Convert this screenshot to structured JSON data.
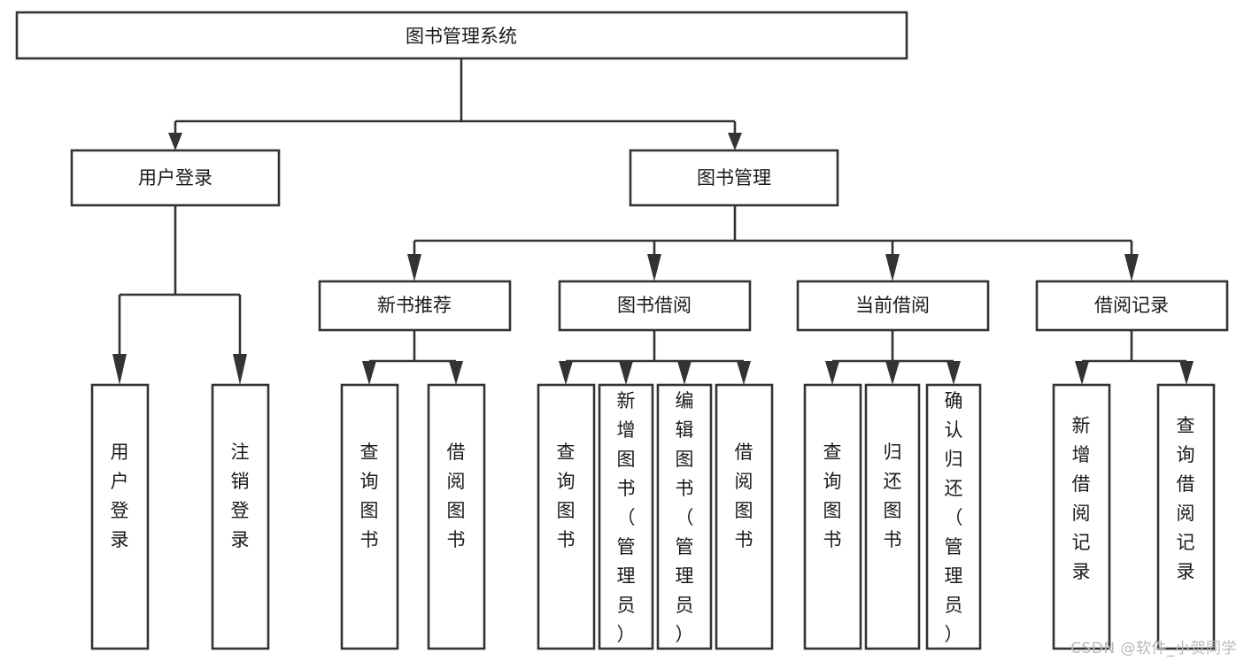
{
  "diagram": {
    "type": "tree-hierarchy",
    "title": "图书管理系统",
    "watermark": "CSDN @软件_小贺同学",
    "colors": {
      "stroke": "#333333",
      "fill": "#ffffff",
      "text": "#1a1a1a",
      "watermark": "#b9b9b9",
      "background": "#ffffff"
    },
    "levels": [
      {
        "level": 1,
        "nodes": [
          {
            "id": "root",
            "label": "图书管理系统",
            "orientation": "horizontal"
          }
        ]
      },
      {
        "level": 2,
        "nodes": [
          {
            "id": "login",
            "label": "用户登录",
            "orientation": "horizontal",
            "parent": "root"
          },
          {
            "id": "bookmgmt",
            "label": "图书管理",
            "orientation": "horizontal",
            "parent": "root"
          }
        ]
      },
      {
        "level": 3,
        "nodes": [
          {
            "id": "newbook",
            "label": "新书推荐",
            "orientation": "horizontal",
            "parent": "bookmgmt"
          },
          {
            "id": "borrow",
            "label": "图书借阅",
            "orientation": "horizontal",
            "parent": "bookmgmt"
          },
          {
            "id": "current",
            "label": "当前借阅",
            "orientation": "horizontal",
            "parent": "bookmgmt"
          },
          {
            "id": "records",
            "label": "借阅记录",
            "orientation": "horizontal",
            "parent": "bookmgmt"
          }
        ]
      },
      {
        "level": 4,
        "nodes": [
          {
            "id": "leaf-user-login",
            "label": "用户登录",
            "orientation": "vertical",
            "parent": "login"
          },
          {
            "id": "leaf-user-logout",
            "label": "注销登录",
            "orientation": "vertical",
            "parent": "login"
          },
          {
            "id": "leaf-new-query",
            "label": "查询图书",
            "orientation": "vertical",
            "parent": "newbook"
          },
          {
            "id": "leaf-new-borrow",
            "label": "借阅图书",
            "orientation": "vertical",
            "parent": "newbook"
          },
          {
            "id": "leaf-borrow-query",
            "label": "查询图书",
            "orientation": "vertical",
            "parent": "borrow"
          },
          {
            "id": "leaf-borrow-add",
            "label": "新增图书（管理员）",
            "orientation": "vertical",
            "parent": "borrow"
          },
          {
            "id": "leaf-borrow-edit",
            "label": "编辑图书（管理员）",
            "orientation": "vertical",
            "parent": "borrow"
          },
          {
            "id": "leaf-borrow-lend",
            "label": "借阅图书",
            "orientation": "vertical",
            "parent": "borrow"
          },
          {
            "id": "leaf-current-query",
            "label": "查询图书",
            "orientation": "vertical",
            "parent": "current"
          },
          {
            "id": "leaf-current-return",
            "label": "归还图书",
            "orientation": "vertical",
            "parent": "current"
          },
          {
            "id": "leaf-current-confirm",
            "label": "确认归还（管理员）",
            "orientation": "vertical",
            "parent": "current"
          },
          {
            "id": "leaf-record-add",
            "label": "新增借阅记录",
            "orientation": "vertical",
            "parent": "records"
          },
          {
            "id": "leaf-record-query",
            "label": "查询借阅记录",
            "orientation": "vertical",
            "parent": "records"
          }
        ]
      }
    ]
  }
}
